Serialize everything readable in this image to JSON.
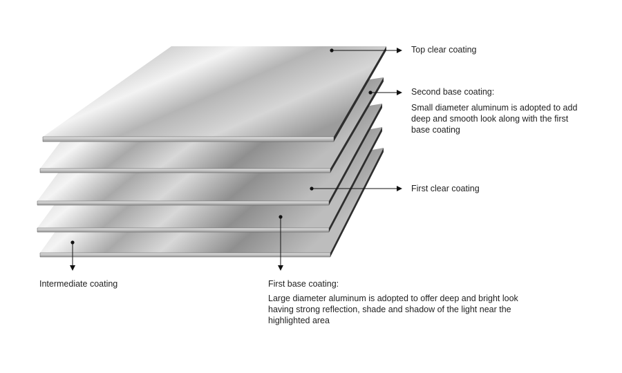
{
  "layers": [
    {
      "key": "top_clear",
      "label": "Top clear coating",
      "description": ""
    },
    {
      "key": "second_base",
      "label": "Second base coating:",
      "description": "Small diameter aluminum is adopted to add deep and smooth look along with the first base coating"
    },
    {
      "key": "first_clear",
      "label": "First clear coating",
      "description": ""
    },
    {
      "key": "first_base",
      "label": "First base coating:",
      "description": "Large diameter aluminum is adopted to offer deep and bright look having strong reflection, shade and shadow of the light near the highlighted area"
    },
    {
      "key": "intermediate",
      "label": "Intermediate coating",
      "description": ""
    }
  ],
  "colors": {
    "metal_dark": "#8e8e8e",
    "metal_light": "#f2f2f2",
    "edge": "#3a3a3a",
    "arrow": "#111111"
  }
}
